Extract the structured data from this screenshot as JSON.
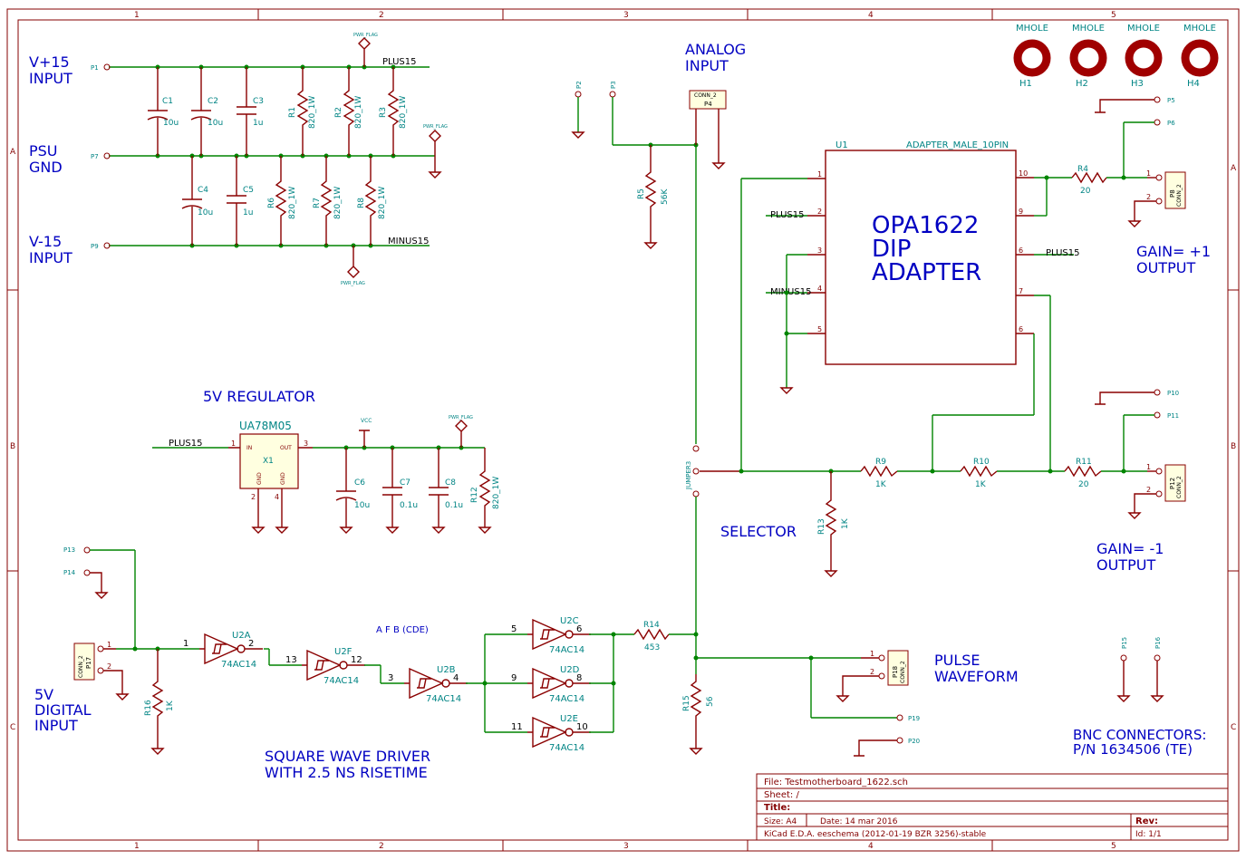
{
  "frame": {
    "col_labels": [
      "1",
      "2",
      "3",
      "4",
      "5"
    ],
    "row_labels": [
      "A",
      "B",
      "C"
    ]
  },
  "notes": {
    "v15_input": "V+15\nINPUT",
    "psu_gnd": "PSU\nGND",
    "vm15_input": "V-15\nINPUT",
    "analog_input": "ANALOG\nINPUT",
    "regulator": "5V REGULATOR",
    "selector": "SELECTOR",
    "digital_input": "5V\nDIGITAL\nINPUT",
    "square_wave": "SQUARE WAVE DRIVER\nWITH 2.5 NS RISETIME",
    "afb": "A  F  B  (CDE)",
    "gain_p1": "GAIN= +1\nOUTPUT",
    "gain_m1": "GAIN= -1\nOUTPUT",
    "pulse": "PULSE\nWAVEFORM",
    "bnc": "BNC CONNECTORS:\nP/N 1634506  (TE)",
    "opa": "OPA1622\nDIP\nADAPTER"
  },
  "nets": {
    "plus15": "PLUS15",
    "minus15": "MINUS15",
    "vcc": "VCC",
    "pwr_flag": "PWR_FLAG"
  },
  "components": {
    "u1_ref": "U1",
    "u1_val": "ADAPTER_MALE_10PIN",
    "x1_ref": "X1",
    "x1_val": "UA78M05",
    "x1_in": "IN",
    "x1_out": "OUT",
    "x1_gnd": "GND",
    "p4_val": "CONN_2",
    "jumper": "JUMPER3",
    "u2": [
      {
        "ref": "U2A",
        "val": "74AC14",
        "pin_in": "1",
        "pin_out": "2"
      },
      {
        "ref": "U2F",
        "val": "74AC14",
        "pin_in": "13",
        "pin_out": "12"
      },
      {
        "ref": "U2B",
        "val": "74AC14",
        "pin_in": "3",
        "pin_out": "4"
      },
      {
        "ref": "U2C",
        "val": "74AC14",
        "pin_in": "5",
        "pin_out": "6"
      },
      {
        "ref": "U2D",
        "val": "74AC14",
        "pin_in": "9",
        "pin_out": "8"
      },
      {
        "ref": "U2E",
        "val": "74AC14",
        "pin_in": "11",
        "pin_out": "10"
      }
    ],
    "caps": [
      {
        "ref": "C1",
        "val": "10u"
      },
      {
        "ref": "C2",
        "val": "10u"
      },
      {
        "ref": "C3",
        "val": "1u"
      },
      {
        "ref": "C4",
        "val": "10u"
      },
      {
        "ref": "C5",
        "val": "1u"
      },
      {
        "ref": "C6",
        "val": "10u"
      },
      {
        "ref": "C7",
        "val": "0.1u"
      },
      {
        "ref": "C8",
        "val": "0.1u"
      }
    ],
    "res": [
      {
        "ref": "R1",
        "val": "820_1W"
      },
      {
        "ref": "R2",
        "val": "820_1W"
      },
      {
        "ref": "R3",
        "val": "820_1W"
      },
      {
        "ref": "R6",
        "val": "820_1W"
      },
      {
        "ref": "R7",
        "val": "820_1W"
      },
      {
        "ref": "R8",
        "val": "820_1W"
      },
      {
        "ref": "R5",
        "val": "56K"
      },
      {
        "ref": "R12",
        "val": "820_1W"
      },
      {
        "ref": "R4",
        "val": "20"
      },
      {
        "ref": "R9",
        "val": "1K"
      },
      {
        "ref": "R10",
        "val": "1K"
      },
      {
        "ref": "R11",
        "val": "20"
      },
      {
        "ref": "R13",
        "val": "1K"
      },
      {
        "ref": "R14",
        "val": "453"
      },
      {
        "ref": "R15",
        "val": "56"
      },
      {
        "ref": "R16",
        "val": "1K"
      }
    ],
    "ports": [
      "P1",
      "P7",
      "P9",
      "P2",
      "P3",
      "P5",
      "P6",
      "P10",
      "P11",
      "P13",
      "P14",
      "P15",
      "P16",
      "P19",
      "P20",
      "P4",
      "P8",
      "P12",
      "P17",
      "P18"
    ],
    "conn2": "CONN_2",
    "holes": [
      {
        "ref": "H1",
        "val": "MHOLE"
      },
      {
        "ref": "H2",
        "val": "MHOLE"
      },
      {
        "ref": "H3",
        "val": "MHOLE"
      },
      {
        "ref": "H4",
        "val": "MHOLE"
      }
    ]
  },
  "title_block": {
    "file": "File: Testmotherboard_1622.sch",
    "sheet": "Sheet: /",
    "title": "Title:",
    "size": "Size: A4",
    "date": "Date: 14 mar 2016",
    "rev": "Rev:",
    "app": "KiCad E.D.A.  eeschema (2012-01-19 BZR 3256)-stable",
    "id": "Id: 1/1"
  }
}
